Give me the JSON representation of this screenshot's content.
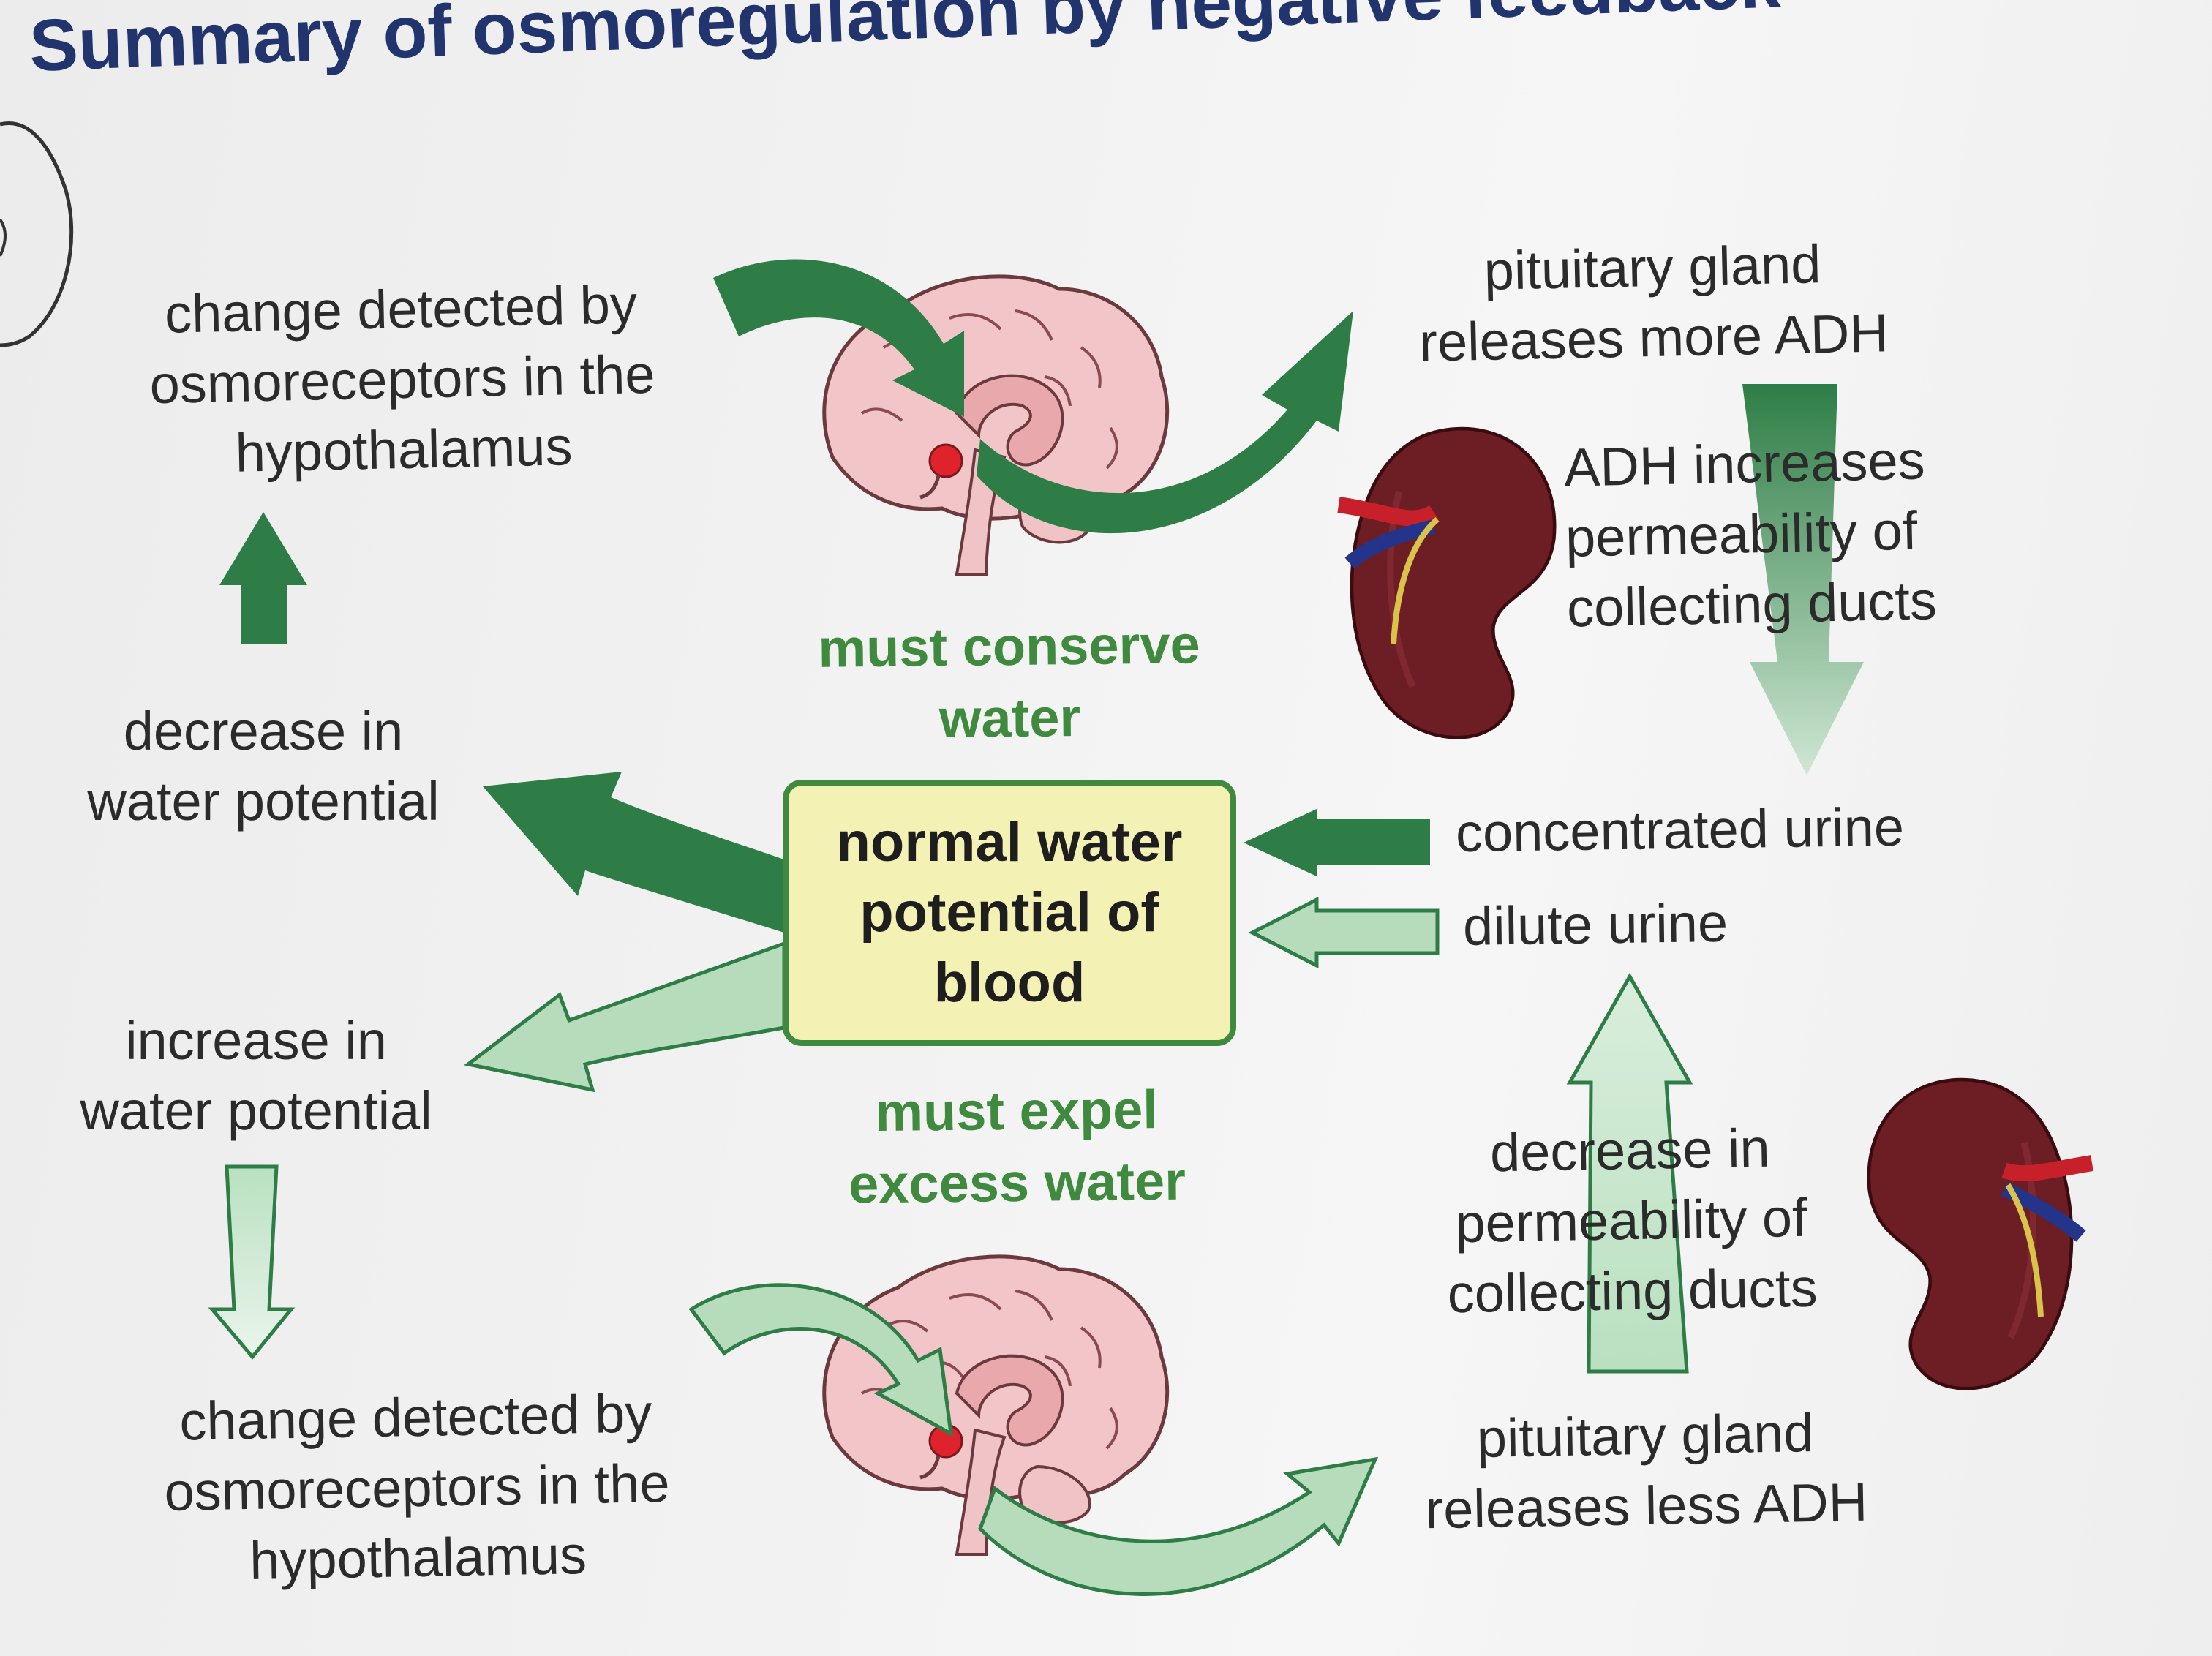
{
  "title": "Summary of osmoregulation by negative feedback",
  "top_loop": {
    "detected": "change detected by\nosmoreceptors in the\nhypothalamus",
    "pituitary": "pituitary gland\nreleases more ADH",
    "adh_effect": "ADH increases\npermeability of\ncollecting ducts",
    "urine": "concentrated urine",
    "state": "decrease in\nwater potential",
    "action": "must conserve\nwater"
  },
  "center": {
    "label": "normal water\npotential of\nblood"
  },
  "bottom_loop": {
    "state": "increase in\nwater potential",
    "action": "must expel\nexcess water",
    "detected": "change detected by\nosmoreceptors in the\nhypothalamus",
    "pituitary": "pituitary gland\nreleases less ADH",
    "adh_effect": "decrease in\npermeability of\ncollecting ducts",
    "urine": "dilute urine"
  },
  "colors": {
    "dark_green": "#2e7d46",
    "light_green": "#a6d6b0",
    "text_green": "#3f8a3f",
    "title_blue": "#22346e",
    "box_fill": "#f4f1b4"
  },
  "icons": [
    "brain-icon",
    "kidney-icon"
  ]
}
